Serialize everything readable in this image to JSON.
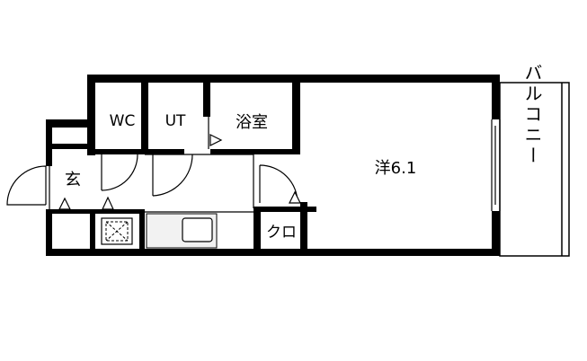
{
  "rooms": {
    "wc": "WC",
    "ut": "UT",
    "bath": "浴室",
    "entrance": "玄",
    "western_room": "洋6.1",
    "closet": "クロ",
    "balcony": "バルコニー"
  },
  "colors": {
    "wall": "#000000",
    "line": "#000000",
    "background": "#ffffff",
    "sink_fill": "#f2f2f2"
  }
}
